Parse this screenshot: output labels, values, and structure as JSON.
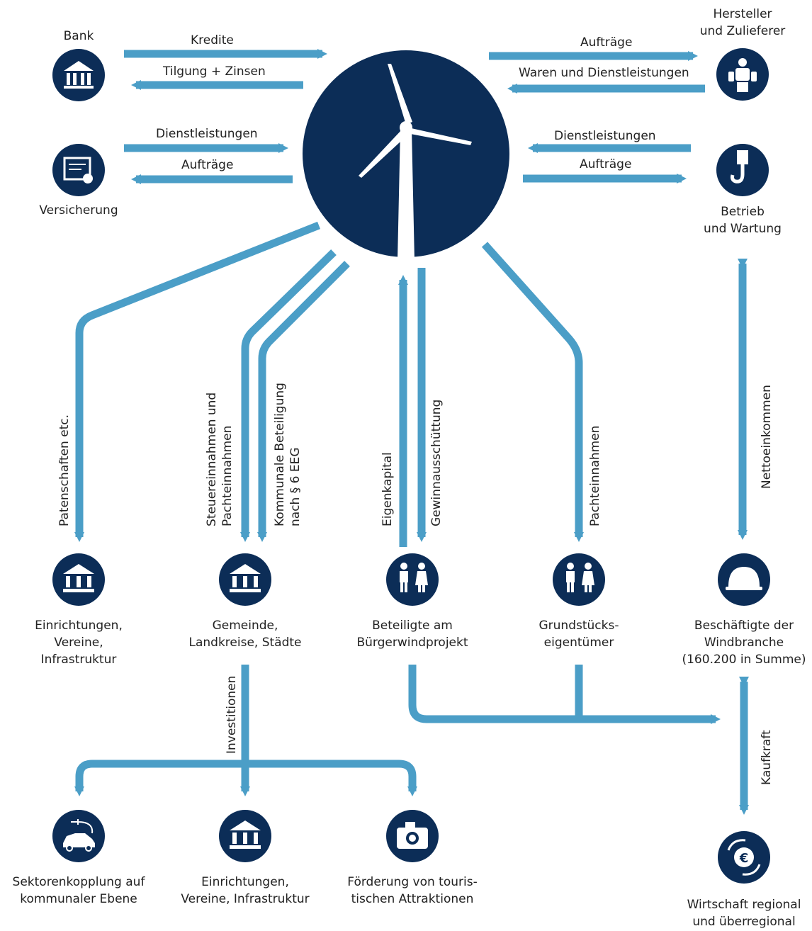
{
  "colors": {
    "node": "#0c2d57",
    "arrow": "#4b9ec7",
    "text": "#222222",
    "background": "#ffffff"
  },
  "center": {
    "icon": "wind-turbine"
  },
  "nodes": {
    "bank": {
      "label": "Bank",
      "icon": "bank-building-icon"
    },
    "versicherung": {
      "label": "Versicherung",
      "icon": "certificate-icon"
    },
    "hersteller": {
      "label": "Hersteller\nund Zulieferer",
      "icon": "robot-icon"
    },
    "betrieb": {
      "label": "Betrieb\nund Wartung",
      "icon": "crane-hook-icon"
    },
    "einrichtungen1": {
      "label": "Einrichtungen,\nVereine,\nInfrastruktur",
      "icon": "institution-icon"
    },
    "gemeinde": {
      "label": "Gemeinde,\nLandkreise, Städte",
      "icon": "institution-icon"
    },
    "beteiligte": {
      "label": "Beteiligte am\nBürgerwindprojekt",
      "icon": "people-icon"
    },
    "grundstueck": {
      "label": "Grundstücks-\neigentümer",
      "icon": "people-icon"
    },
    "beschaeftigte": {
      "label": "Beschäftigte der\nWindbranche\n(160.200 in Summe)",
      "icon": "hard-hat-icon"
    },
    "sektoren": {
      "label": "Sektorenkopplung auf\nkommunaler Ebene",
      "icon": "electric-car-icon"
    },
    "einrichtungen2": {
      "label": "Einrichtungen,\nVereine, Infrastruktur",
      "icon": "institution-icon"
    },
    "tourismus": {
      "label": "Förderung von touris-\ntischen Attraktionen",
      "icon": "camera-icon"
    },
    "wirtschaft": {
      "label": "Wirtschaft regional\nund überregional",
      "icon": "euro-cycle-icon"
    }
  },
  "flows": {
    "kredite": "Kredite",
    "tilgung": "Tilgung + Zinsen",
    "dienst_left": "Dienstleistungen",
    "auftraege_left": "Aufträge",
    "auftraege_right_top": "Aufträge",
    "waren": "Waren und Dienstleistungen",
    "dienst_right": "Dienstleistungen",
    "auftraege_right": "Aufträge",
    "patenschaften": "Patenschaften etc.",
    "steuer": "Steuereinnahmen und\nPachteinnahmen",
    "kommunal": "Kommunale Beteiligung\nnach § 6 EEG",
    "eigenkapital": "Eigenkapital",
    "gewinn": "Gewinnausschüttung",
    "pacht": "Pachteinnahmen",
    "netto": "Nettoeinkommen",
    "invest": "Investitionen",
    "kaufkraft": "Kaufkraft"
  }
}
